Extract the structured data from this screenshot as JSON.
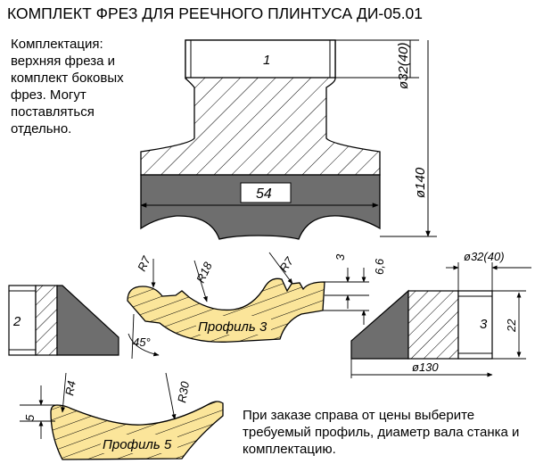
{
  "title": "КОМПЛЕКТ ФРЕЗ ДЛЯ РЕЕЧНОГО ПЛИНТУСА ДИ-05.01",
  "side_note": "Комплектация: верхняя фреза и комплект боковых фрез. Могут поставляться отдельно.",
  "order_note": "При заказе справа от цены выберите требуемый профиль, диаметр вала станка и комплектацию.",
  "colors": {
    "hatch_body": "#ffffff",
    "blade_gray": "#6e6e6e",
    "profile_fill": "#fbe59a",
    "line": "#000000"
  },
  "labels": {
    "part1": "1",
    "part2": "2",
    "part3": "3",
    "dim_bore_top": "ø32(40)",
    "dim_outer": "ø140",
    "dim_width": "54",
    "dim_bore_side": "ø32(40)",
    "dim_side_dia": "ø130",
    "dim_side_h": "22",
    "dim_3": "3",
    "dim_66": "6,6",
    "dim_5": "5",
    "r7a": "R7",
    "r18": "R18",
    "r7b": "R7",
    "r4": "R4",
    "r30": "R30",
    "angle45": "45°",
    "profile3": "Профиль 3",
    "profile5": "Профиль 5"
  }
}
